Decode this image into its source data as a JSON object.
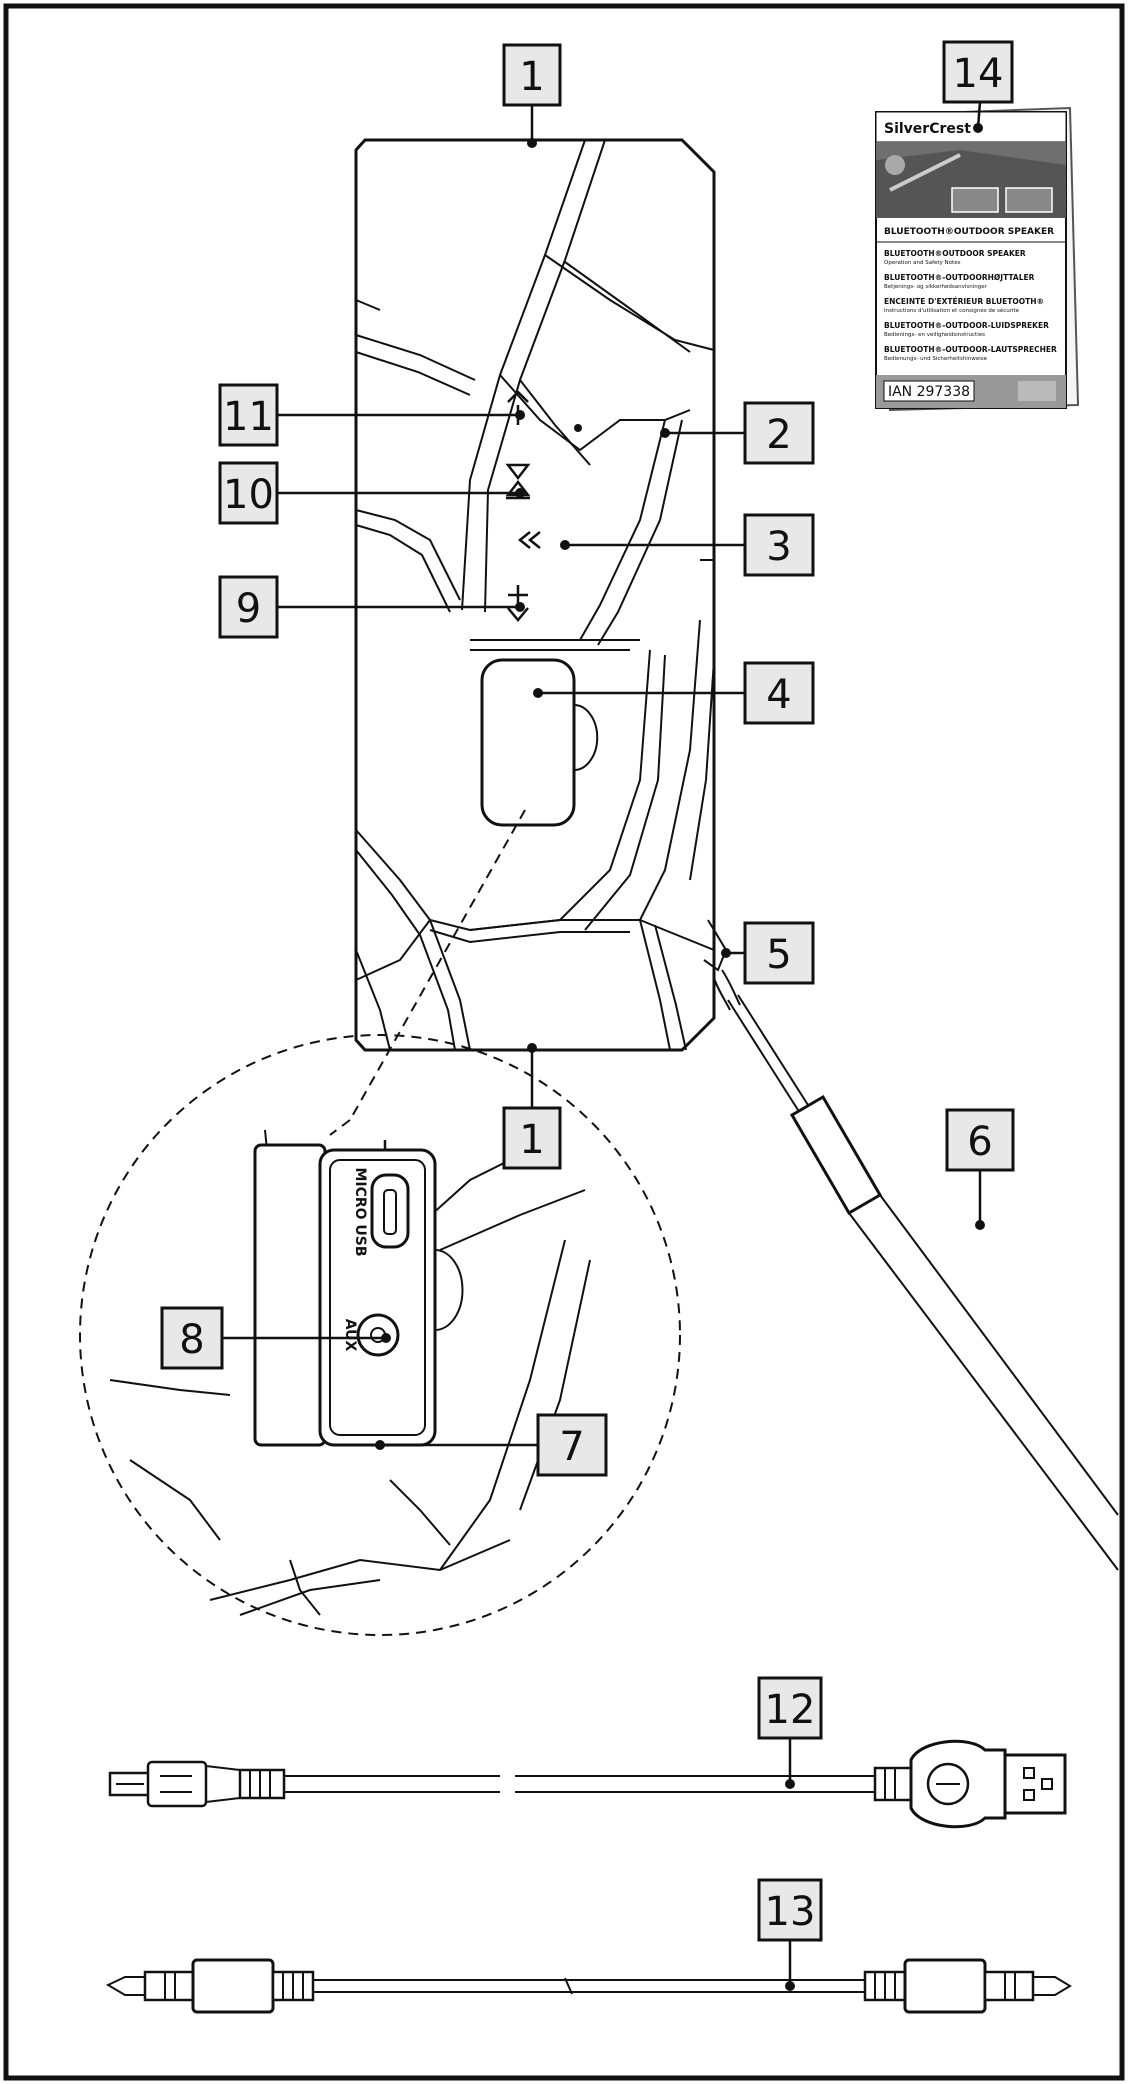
{
  "callouts": [
    {
      "id": "1",
      "label": "1",
      "target": "top-cap"
    },
    {
      "id": "1b",
      "label": "1",
      "target": "bottom-cap"
    },
    {
      "id": "2",
      "label": "2",
      "target": "led-indicator"
    },
    {
      "id": "3",
      "label": "3",
      "target": "previous-button"
    },
    {
      "id": "4",
      "label": "4",
      "target": "port-cover"
    },
    {
      "id": "5",
      "label": "5",
      "target": "strap-eyelet"
    },
    {
      "id": "6",
      "label": "6",
      "target": "carry-strap"
    },
    {
      "id": "7",
      "label": "7",
      "target": "aux-socket"
    },
    {
      "id": "8",
      "label": "8",
      "target": "micro-usb-socket"
    },
    {
      "id": "9",
      "label": "9",
      "target": "volume-plus-button"
    },
    {
      "id": "10",
      "label": "10",
      "target": "play-pause-button"
    },
    {
      "id": "11",
      "label": "11",
      "target": "power-button"
    },
    {
      "id": "12",
      "label": "12",
      "target": "usb-charging-cable"
    },
    {
      "id": "13",
      "label": "13",
      "target": "audio-cable"
    },
    {
      "id": "14",
      "label": "14",
      "target": "instruction-manual"
    }
  ],
  "ports": {
    "micro_usb_label": "MICRO USB",
    "aux_label": "AUX"
  },
  "manual": {
    "brand": "SilverCrest",
    "product_title": "BLUETOOTH®OUTDOOR SPEAKER",
    "languages": [
      {
        "title": "BLUETOOTH®OUTDOOR SPEAKER",
        "sub": "Operation and Safety Notes"
      },
      {
        "title": "BLUETOOTH®-OUTDOORHØJTTALER",
        "sub": "Betjenings- og sikkerhedsanvisninger"
      },
      {
        "title": "ENCEINTE D'EXTÉRIEUR BLUETOOTH®",
        "sub": "Instructions d'utilisation et consignes de sécurité"
      },
      {
        "title": "BLUETOOTH®-OUTDOOR-LUIDSPREKER",
        "sub": "Bedienings- en veiligheidsinstructies"
      },
      {
        "title": "BLUETOOTH®-OUTDOOR-LAUTSPRECHER",
        "sub": "Bedienungs- und Sicherheitshinweise"
      }
    ],
    "ian": "IAN 297338"
  },
  "colors": {
    "ink": "#111111",
    "box_fill": "#e8e8e8",
    "background": "#ffffff"
  }
}
